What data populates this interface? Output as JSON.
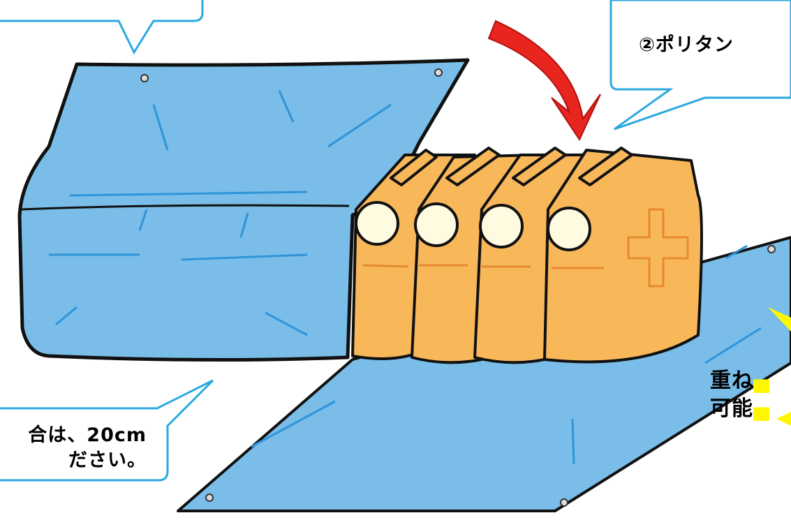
{
  "captions": {
    "top_right": "②ポリタン",
    "bottom_left_line1": "合は、20cm",
    "bottom_left_line2": "ださい。",
    "bottom_right_line1_a": "重ね",
    "bottom_right_line2_a": "可能"
  },
  "colors": {
    "tarp": "#79bde8",
    "tarp_line": "#2f94d9",
    "tank": "#f8b85a",
    "tank_dark": "#e68a2e",
    "arrow": "#e8251f",
    "bubble_stroke": "#2aa9e0",
    "highlight": "#fff700"
  }
}
